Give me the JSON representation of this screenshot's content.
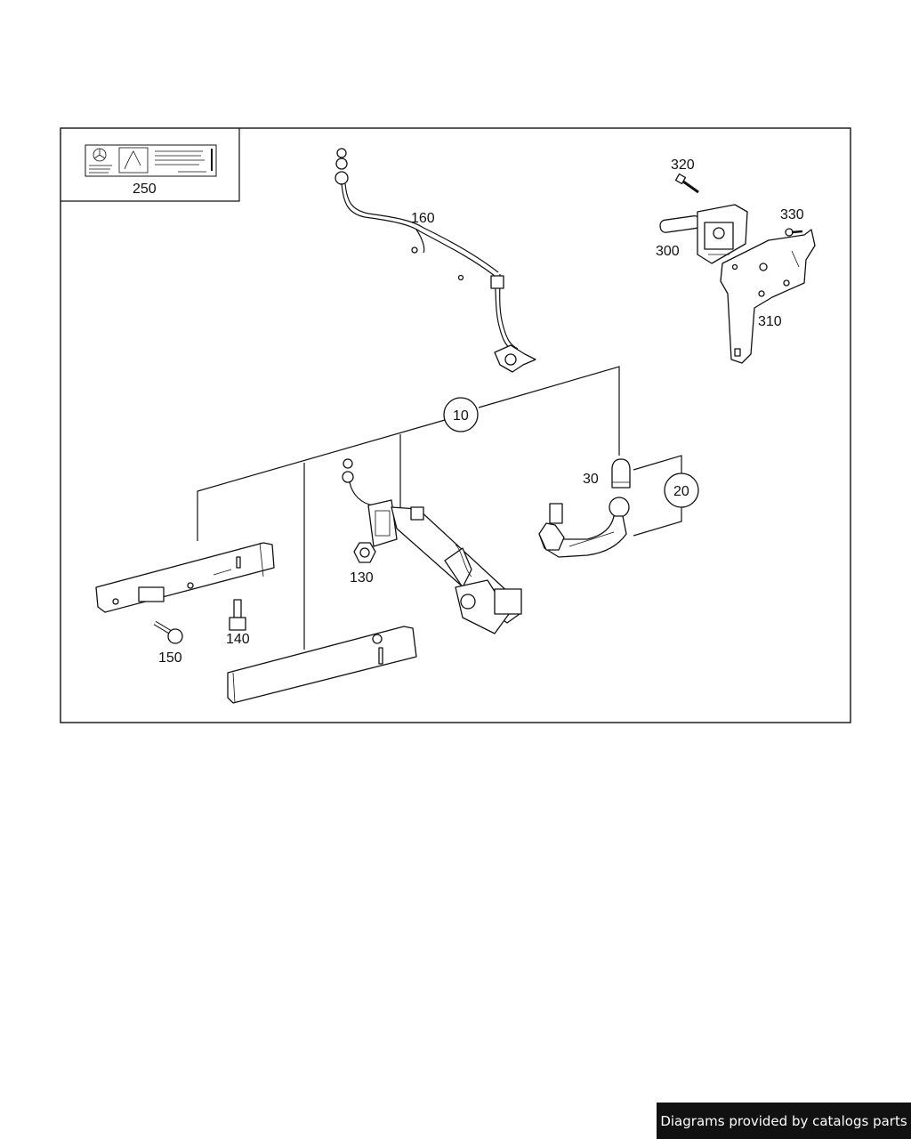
{
  "labels": {
    "p250": "250",
    "p160": "160",
    "p320": "320",
    "p330": "330",
    "p300": "300",
    "p310": "310",
    "p10": "10",
    "p30": "30",
    "p20": "20",
    "p130": "130",
    "p140": "140",
    "p150": "150"
  },
  "footer": "Diagrams provided by catalogs parts"
}
